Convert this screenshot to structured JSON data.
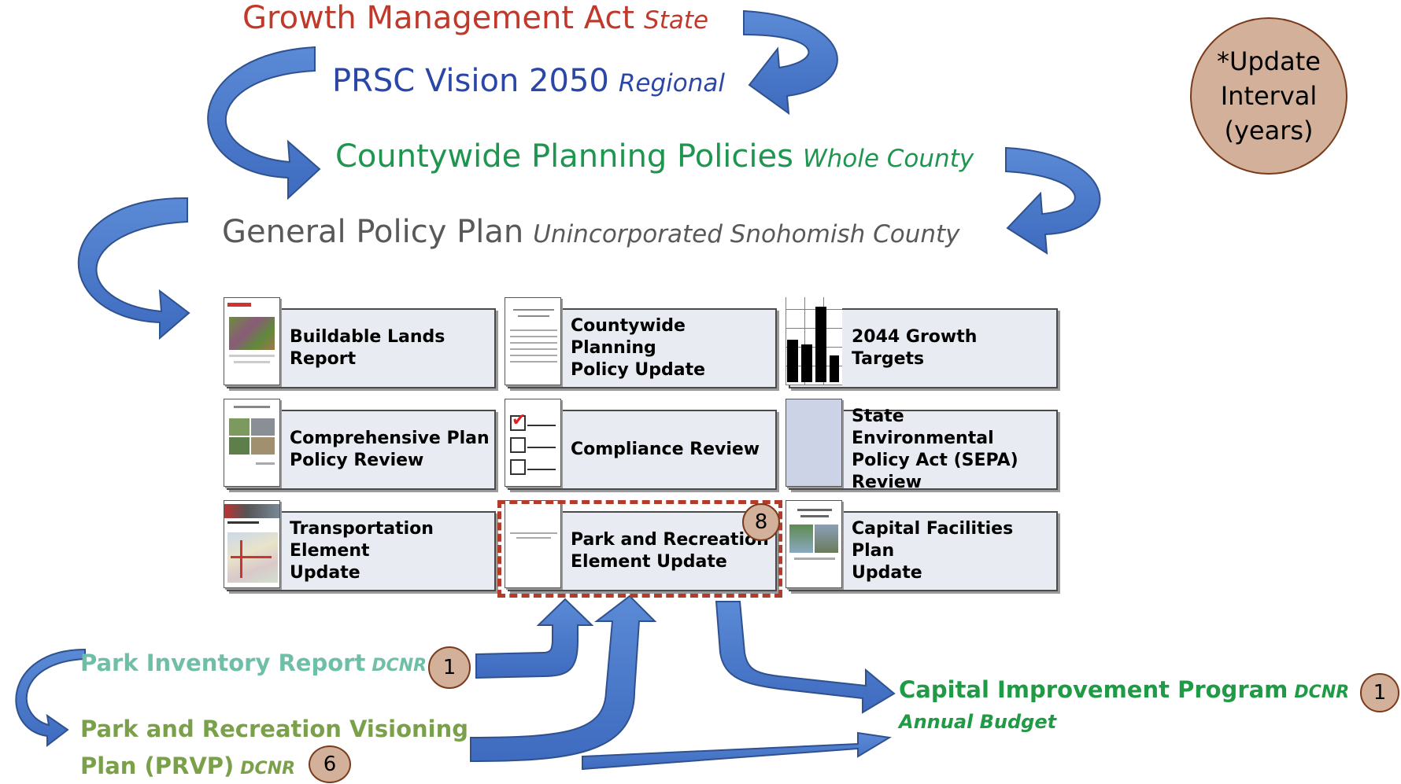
{
  "colors": {
    "gma": "#c0392b",
    "prsc": "#2a47a8",
    "cpp": "#1e9650",
    "gpp": "#595959",
    "arrow_fill": "#4472c4",
    "arrow_stroke": "#2f528f",
    "park_inventory": "#6fbfa8",
    "prvp": "#7aa14a",
    "cip": "#1f9a45",
    "circle_fill": "#d3b099",
    "circle_border": "#7a3b1c",
    "dash": "#b23b2b"
  },
  "hierarchy": [
    {
      "main": "Growth Management Act",
      "sub": "State"
    },
    {
      "main": "PRSC Vision 2050",
      "sub": "Regional"
    },
    {
      "main": "Countywide Planning Policies",
      "sub": "Whole County"
    },
    {
      "main": "General Policy Plan",
      "sub": "Unincorporated Snohomish County"
    }
  ],
  "legend": {
    "text": "*Update\nInterval\n(years)"
  },
  "cards": [
    {
      "label": "Buildable Lands Report",
      "icon": "map-report-thumbnail"
    },
    {
      "label": "Countywide Planning\nPolicy Update",
      "icon": "document-thumbnail"
    },
    {
      "label": "2044 Growth Targets",
      "icon": "bar-chart-thumbnail"
    },
    {
      "label": "Comprehensive Plan\nPolicy Review",
      "icon": "photo-report-thumbnail"
    },
    {
      "label": "Compliance Review",
      "icon": "checklist-icon"
    },
    {
      "label": "State Environmental\nPolicy Act (SEPA)\nReview",
      "icon": "blank-page-thumbnail"
    },
    {
      "label": "Transportation Element\nUpdate",
      "icon": "transportation-report-thumbnail"
    },
    {
      "label": "Park and Recreation\nElement Update",
      "icon": "document-thumbnail"
    },
    {
      "label": "Capital Facilities Plan\nUpdate",
      "icon": "facilities-report-thumbnail"
    }
  ],
  "highlight_badge": "8",
  "bottom": {
    "park_inventory": {
      "main": "Park Inventory Report",
      "sub": "DCNR",
      "badge": "1"
    },
    "prvp": {
      "line1": "Park and Recreation Visioning",
      "line2": "Plan (PRVP)",
      "sub": "DCNR",
      "badge": "6"
    },
    "cip": {
      "main": "Capital Improvement Program",
      "sub": "DCNR",
      "line2": "Annual Budget",
      "badge": "1"
    }
  }
}
